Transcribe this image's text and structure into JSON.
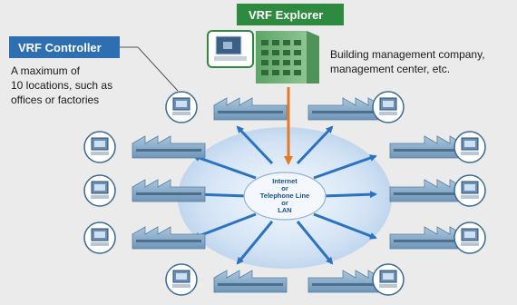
{
  "labels": {
    "explorer": "VRF Explorer",
    "controller": "VRF Controller"
  },
  "notes": {
    "controller": [
      "A maximum of",
      "10 locations, such as",
      "offices or factories"
    ],
    "explorer": [
      "Building management company,",
      "management center, etc."
    ]
  },
  "hub": [
    "Internet",
    "or",
    "Telephone Line",
    "or",
    "LAN"
  ],
  "colors": {
    "tag_green": "#2e8a3f",
    "tag_blue": "#2d6fb0",
    "arrow_blue": "#2b73c2",
    "arrow_orange": "#e27a26",
    "cloud": "#c8dcf2",
    "building": "#76b27a",
    "factory": "#8fb0cc",
    "monitor_ring": "#3b6b8f"
  },
  "icons": [
    "monitor-icon",
    "factory-icon",
    "building-icon"
  ],
  "sites": [
    "site-1",
    "site-2",
    "site-3",
    "site-4",
    "site-5",
    "site-6",
    "site-7",
    "site-8",
    "site-9",
    "site-10"
  ]
}
